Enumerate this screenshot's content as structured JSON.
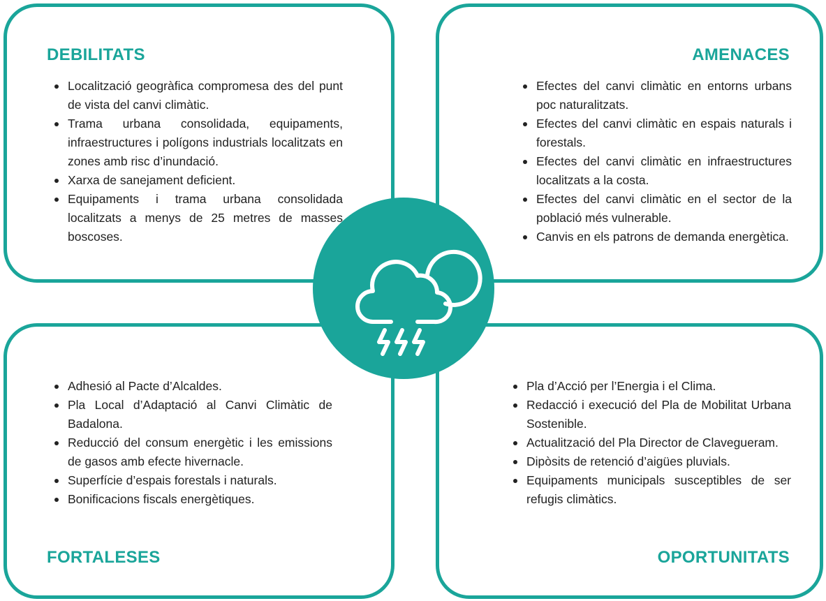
{
  "weaknesses": {
    "title": "DEBILITATS",
    "items": [
      "Localització geogràfica compromesa des del punt de vista del canvi climàtic.",
      "Trama urbana consolidada, equipaments, infraestructures i polígons industrials localitzats en zones amb risc d’inundació.",
      "Xarxa de sanejament deficient.",
      "Equipaments i trama urbana consolidada localitzats a menys de 25 metres de masses boscoses."
    ]
  },
  "threats": {
    "title": "AMENACES",
    "items": [
      "Efectes del canvi climàtic en entorns urbans poc naturalitzats.",
      "Efectes del canvi climàtic en espais naturals i forestals.",
      "Efectes del canvi climàtic en infraestructures localitzats a la costa.",
      "Efectes del canvi climàtic en el sector de la població més vulnerable.",
      "Canvis en els patrons de demanda energètica."
    ]
  },
  "strengths": {
    "title": "FORTALESES",
    "items": [
      "Adhesió al Pacte d’Alcaldes.",
      "Pla Local d’Adaptació al Canvi Climàtic de Badalona.",
      "Reducció del consum energètic i les emissions de gasos amb efecte hivernacle.",
      "Superfície d’espais forestals i naturals.",
      "Bonificacions fiscals energètiques."
    ]
  },
  "opportunities": {
    "title": "OPORTUNITATS",
    "items": [
      "Pla d’Acció per l’Energia i el Clima.",
      "Redacció i execució del Pla de Mobilitat Urbana Sostenible.",
      "Actualització del Pla Director de Clavegueram.",
      "Dipòsits de retenció d’aigües pluvials.",
      "Equipaments municipals susceptibles de ser refugis climàtics."
    ]
  },
  "center_icon": "cloud-sun-lightning-icon",
  "colors": {
    "accent": "#1aa59a",
    "text": "#222222",
    "background": "#ffffff"
  }
}
